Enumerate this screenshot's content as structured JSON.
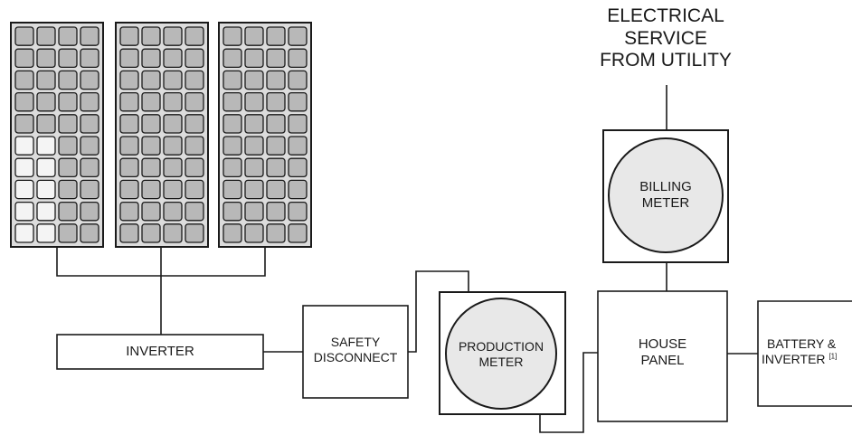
{
  "service": {
    "lines": [
      "ELECTRICAL",
      "SERVICE",
      "FROM UTILITY"
    ]
  },
  "billing_meter": {
    "lines": [
      "BILLING",
      "METER"
    ]
  },
  "inverter": {
    "label": "INVERTER"
  },
  "safety_disconnect": {
    "lines": [
      "SAFETY",
      "DISCONNECT"
    ]
  },
  "production_meter": {
    "lines": [
      "PRODUCTION",
      "METER"
    ]
  },
  "house_panel": {
    "lines": [
      "HOUSE",
      "PANEL"
    ]
  },
  "battery_inverter": {
    "lines": [
      "BATTERY &",
      "INVERTER"
    ],
    "footnote": "[1]"
  },
  "solar_array": {
    "panel_count": 3,
    "cell_rows": 10,
    "cell_cols": 4
  },
  "colors": {
    "line": "#1a1a1a",
    "panel_fill": "#d9d9d9",
    "cell_fill": "#b8b8b8",
    "meter_fill": "#e6e6e6"
  }
}
